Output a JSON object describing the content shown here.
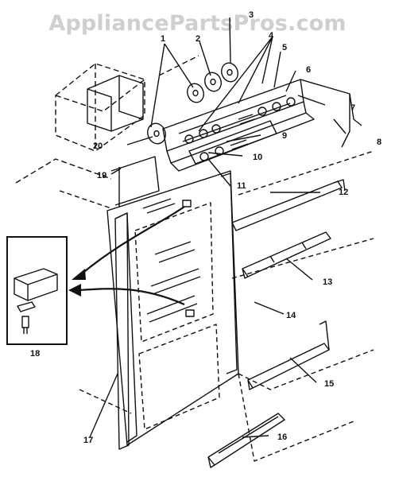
{
  "watermark": "AppliancePartsPros.com",
  "diagram": {
    "callouts": [
      "1",
      "2",
      "3",
      "4",
      "5",
      "6",
      "7",
      "8",
      "9",
      "10",
      "11",
      "12",
      "13",
      "14",
      "15",
      "16",
      "17",
      "18",
      "19",
      "20"
    ]
  }
}
